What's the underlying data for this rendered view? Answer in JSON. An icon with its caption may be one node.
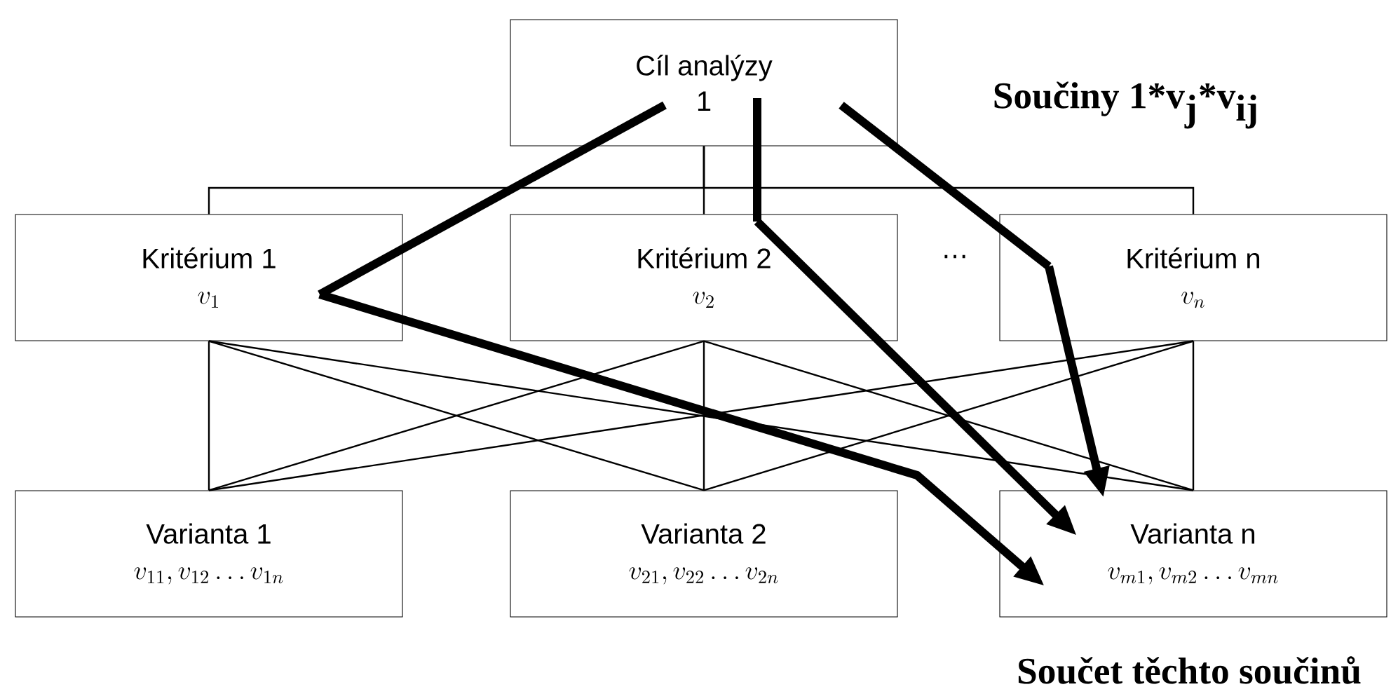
{
  "diagram": {
    "nodes": [
      {
        "text": [
          "Cíl analýzy",
          "1"
        ]
      },
      {
        "text": [
          "Kritérium 1",
          "v_1"
        ]
      },
      {
        "text": [
          "Kritérium 2",
          "v_2"
        ]
      },
      {
        "text": [
          "Kritérium n",
          "v_n"
        ]
      },
      {
        "text": [
          "Varianta 1",
          "v_{11}, v_{12} \\ldots v_{1n}"
        ]
      },
      {
        "text": [
          "Varianta 2",
          "v_{21}, v_{22} \\ldots v_{2n}"
        ]
      },
      {
        "text": [
          "Varianta n",
          "v_{m1}, v_{m2} \\ldots v_{mn}"
        ]
      }
    ],
    "edges": [
      {
        "from": 0,
        "to": 1,
        "arrow": "none"
      },
      {
        "from": 0,
        "to": 2,
        "arrow": "none"
      },
      {
        "from": 0,
        "to": 3,
        "arrow": "none"
      },
      {
        "from": 1,
        "to": 4,
        "arrow": "none"
      },
      {
        "from": 1,
        "to": 5,
        "arrow": "none"
      },
      {
        "from": 1,
        "to": 6,
        "arrow": "none"
      },
      {
        "from": 2,
        "to": 4,
        "arrow": "none"
      },
      {
        "from": 2,
        "to": 5,
        "arrow": "none"
      },
      {
        "from": 2,
        "to": 6,
        "arrow": "none"
      },
      {
        "from": 3,
        "to": 4,
        "arrow": "none"
      },
      {
        "from": 3,
        "to": 5,
        "arrow": "none"
      },
      {
        "from": 3,
        "to": 6,
        "arrow": "none"
      },
      {
        "from": 0,
        "to": 1,
        "arrow": "none",
        "style": "thick"
      },
      {
        "from": 1,
        "to": 6,
        "arrow": "to",
        "style": "thick"
      },
      {
        "from": 0,
        "to": 2,
        "arrow": "none",
        "style": "thick"
      },
      {
        "from": 2,
        "to": 6,
        "arrow": "to",
        "style": "thick"
      },
      {
        "from": 0,
        "to": 3,
        "arrow": "none",
        "style": "thick"
      },
      {
        "from": 3,
        "to": 6,
        "arrow": "to",
        "style": "thick"
      }
    ],
    "labels": [
      "\\textbf{Součiny 1*v}_{\\textbf{j}}\\textbf{*v}_{\\textbf{ij}}",
      "…",
      "Součet těchto součinů"
    ]
  }
}
